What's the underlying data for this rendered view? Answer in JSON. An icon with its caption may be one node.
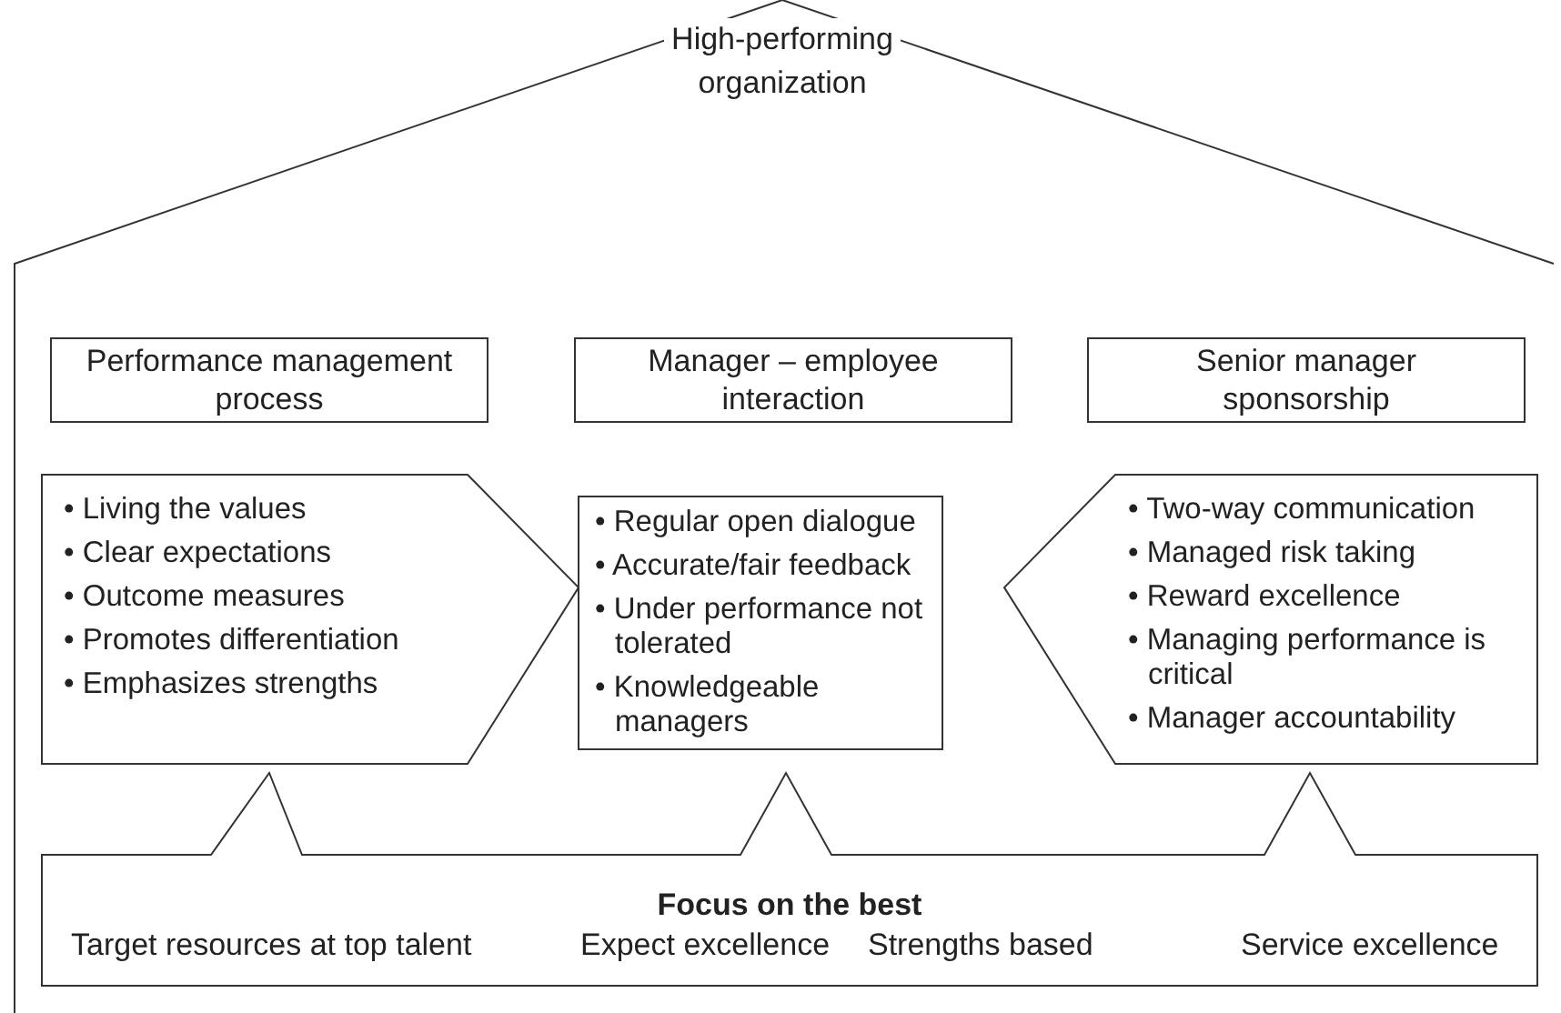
{
  "diagram": {
    "nodes": [
      {
        "text": [
          "High-performing organization"
        ]
      },
      {
        "text": [
          "Performance management process"
        ],
        "in": 0
      },
      {
        "text": [
          "Manager – employee interaction"
        ],
        "in": 0
      },
      {
        "text": [
          "Senior manager sponsorship"
        ],
        "in": 0
      },
      {
        "text": [
          "• Living the values",
          "• Clear expectations",
          "• Outcome measures",
          "• Promotes differentiation",
          "• Emphasizes strengths"
        ],
        "in": 0
      },
      {
        "text": [
          "• Regular open dialogue",
          "• Accurate/fair feedback",
          "• Under performance not tolerated",
          "• Knowledgeable managers"
        ],
        "in": 0
      },
      {
        "text": [
          "• Two-way communication",
          "• Managed risk taking",
          "• Reward excellence",
          "• Managing performance is critical",
          "• Manager accountability"
        ],
        "in": 0
      },
      {
        "text": [
          "Focus on the best",
          "Target resources at top talent",
          "Expect excellence",
          "Strengths based",
          "Service excellence"
        ],
        "in": 0
      }
    ]
  }
}
